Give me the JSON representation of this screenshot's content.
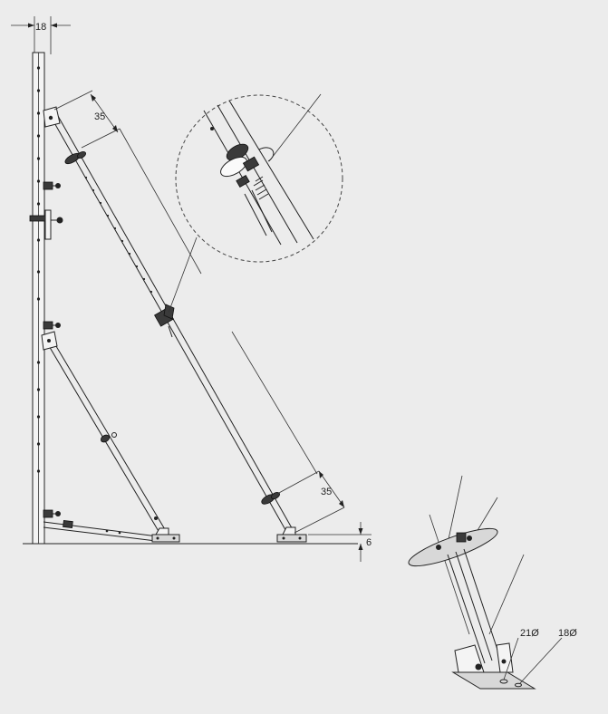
{
  "dimensions": {
    "top_width": "18",
    "upper_offset": "35",
    "lower_offset": "35",
    "base_height": "6",
    "hole_diameter_large": "21Ø",
    "hole_diameter_small": "18Ø"
  },
  "colors": {
    "background": "#ececec",
    "line": "#222222",
    "part_fill": "#3a3a3a"
  }
}
